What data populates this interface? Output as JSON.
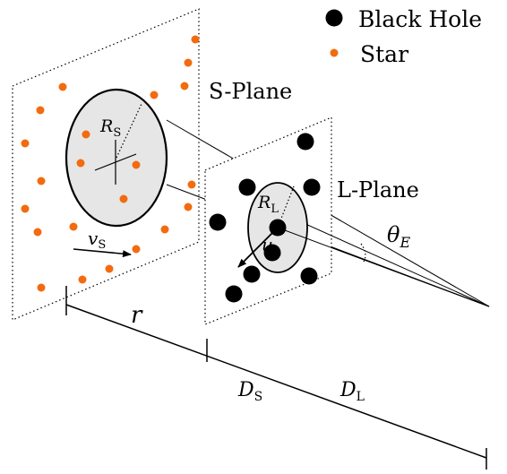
{
  "legend": {
    "black_hole_label": "Black Hole",
    "star_label": "Star"
  },
  "planes": {
    "source_plane_label": "S-Plane",
    "lens_plane_label": "L-Plane"
  },
  "symbols": {
    "source_radius": {
      "main": "R",
      "sub": "S"
    },
    "lens_radius": {
      "main": "R",
      "sub": "L"
    },
    "source_velocity": {
      "main": "v",
      "sub": "S"
    },
    "lens_velocity": {
      "main": "u",
      "sub": "L"
    },
    "einstein_angle": {
      "main": "θ",
      "sub": "E"
    },
    "distance_r": "r",
    "distance_source": {
      "main": "D",
      "sub": "S"
    },
    "distance_lens": {
      "main": "D",
      "sub": "L"
    }
  },
  "colors": {
    "star": "#f26b0f",
    "black_hole": "#000000",
    "ellipse_fill": "#e6e6e6",
    "line": "#000000"
  }
}
